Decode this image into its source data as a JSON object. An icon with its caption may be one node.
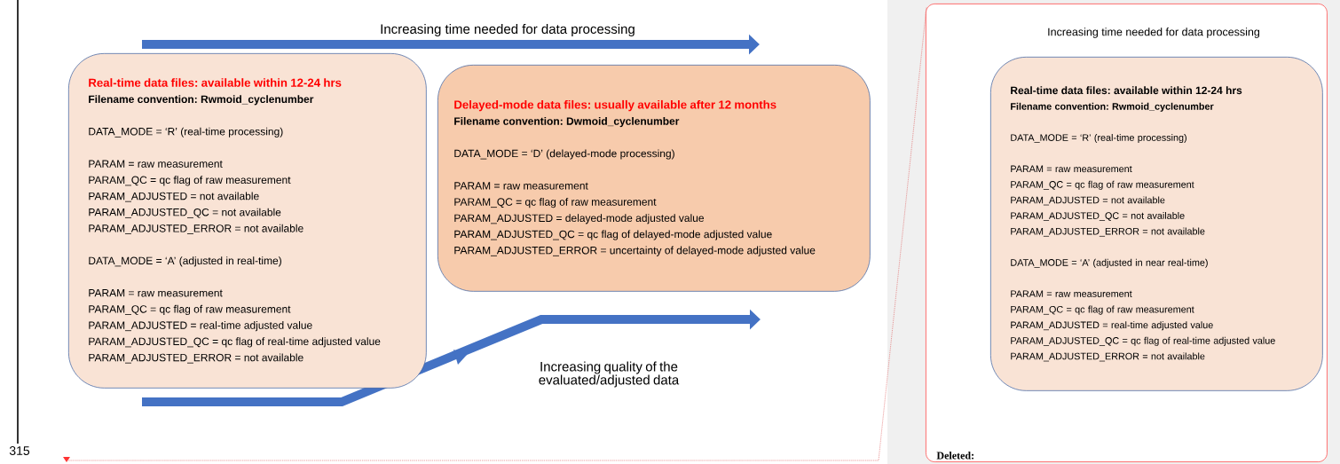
{
  "diagram": {
    "nodes": [
      {
        "text": [
          "Real-time data files: available within 12-24 hrs",
          "Filename convention: Rwmoid_cyclenumber",
          "DATA_MODE = ‘R’ (real-time processing)",
          "PARAM = raw measurement",
          "PARAM_QC = qc flag of raw measurement",
          "PARAM_ADJUSTED = not available",
          "PARAM_ADJUSTED_QC = not available",
          "PARAM_ADJUSTED_ERROR = not available",
          "DATA_MODE = ‘A’ (adjusted in real-time)",
          "PARAM = raw measurement",
          "PARAM_QC = qc flag of raw measurement",
          "PARAM_ADJUSTED = real-time adjusted value",
          "PARAM_ADJUSTED_QC = qc flag of real-time adjusted value",
          "PARAM_ADJUSTED_ERROR = not available"
        ]
      },
      {
        "text": [
          "Delayed-mode data files: usually available after 12 months",
          "Filename convention: Dwmoid_cyclenumber",
          "DATA_MODE = ‘D’ (delayed-mode processing)",
          "PARAM = raw measurement",
          "PARAM_QC = qc flag of raw measurement",
          "PARAM_ADJUSTED = delayed-mode adjusted value",
          "PARAM_ADJUSTED_QC = qc flag of delayed-mode adjusted value",
          "PARAM_ADJUSTED_ERROR = uncertainty of delayed-mode adjusted value"
        ]
      },
      {
        "text": [
          "Deleted:"
        ]
      },
      {
        "text": [
          "Real-time data files: available within 12-24 hrs",
          "Filename convention: Rwmoid_cyclenumber",
          "DATA_MODE = ‘R’ (real-time processing)",
          "PARAM = raw measurement",
          "PARAM_QC = qc flag of raw measurement",
          "PARAM_ADJUSTED = not available",
          "PARAM_ADJUSTED_QC = not available",
          "PARAM_ADJUSTED_ERROR = not available",
          "DATA_MODE = ‘A’ (adjusted in near real-time)",
          "PARAM = raw measurement",
          "PARAM_QC = qc flag of raw measurement",
          "PARAM_ADJUSTED = real-time adjusted value",
          "PARAM_ADJUSTED_QC = qc flag of real-time adjusted value",
          "PARAM_ADJUSTED_ERROR = not available"
        ],
        "in": 2
      }
    ],
    "edges": [
      {
        "from": null,
        "to": 2,
        "arrow": "none",
        "style": "dashed",
        "color": "#e06666"
      }
    ],
    "labels": [
      "Increasing time needed for data processing",
      "Increasing quality of the evaluated/adjusted data",
      "315",
      "Increasing time needed for data processing"
    ]
  }
}
